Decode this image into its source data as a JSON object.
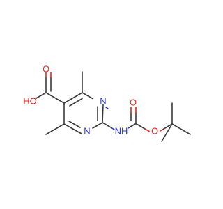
{
  "molecule": {
    "atom_labels": {
      "carboxyl_carbonyl_o": "O",
      "carboxyl_hydroxyl": "HO",
      "ring_n1": "N",
      "ring_n3": "N",
      "amine_nh": "NH",
      "carbamate_carbonyl_o": "O",
      "carbamate_ester_o": "O"
    },
    "colors": {
      "bond": "#3a3a3a",
      "oxygen": "#e8231d",
      "nitrogen": "#2a34d8"
    }
  }
}
